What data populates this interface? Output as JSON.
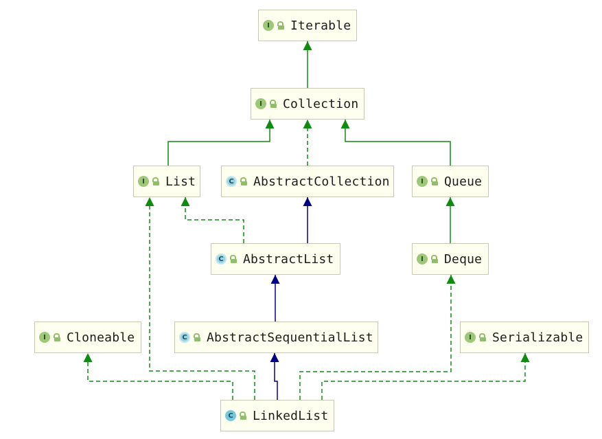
{
  "colors": {
    "implements_edge": "#128a12",
    "extends_interface_edge": "#128a12",
    "extends_class_edge": "#000080",
    "node_background": "#fffff0",
    "interface_badge": "#9dc77a",
    "class_badge": "#77c8da"
  },
  "nodes": [
    {
      "id": "iterable",
      "label": "Iterable",
      "kind": "interface",
      "badge": "I",
      "icon": "interface-icon"
    },
    {
      "id": "collection",
      "label": "Collection",
      "kind": "interface",
      "badge": "I",
      "icon": "interface-icon"
    },
    {
      "id": "list",
      "label": "List",
      "kind": "interface",
      "badge": "I",
      "icon": "interface-icon"
    },
    {
      "id": "abstract_collection",
      "label": "AbstractCollection",
      "kind": "abstract-class",
      "badge": "C",
      "icon": "abstract-class-icon"
    },
    {
      "id": "queue",
      "label": "Queue",
      "kind": "interface",
      "badge": "I",
      "icon": "interface-icon"
    },
    {
      "id": "abstract_list",
      "label": "AbstractList",
      "kind": "abstract-class",
      "badge": "C",
      "icon": "abstract-class-icon"
    },
    {
      "id": "deque",
      "label": "Deque",
      "kind": "interface",
      "badge": "I",
      "icon": "interface-icon"
    },
    {
      "id": "cloneable",
      "label": "Cloneable",
      "kind": "interface",
      "badge": "I",
      "icon": "interface-icon"
    },
    {
      "id": "abstract_sequential_list",
      "label": "AbstractSequentialList",
      "kind": "abstract-class",
      "badge": "C",
      "icon": "abstract-class-icon"
    },
    {
      "id": "serializable",
      "label": "Serializable",
      "kind": "interface",
      "badge": "I",
      "icon": "interface-icon"
    },
    {
      "id": "linked_list",
      "label": "LinkedList",
      "kind": "class",
      "badge": "C",
      "icon": "class-icon"
    }
  ],
  "edges": [
    {
      "from": "collection",
      "to": "iterable",
      "type": "extends-interface"
    },
    {
      "from": "list",
      "to": "collection",
      "type": "extends-interface"
    },
    {
      "from": "abstract_collection",
      "to": "collection",
      "type": "implements"
    },
    {
      "from": "queue",
      "to": "collection",
      "type": "extends-interface"
    },
    {
      "from": "abstract_list",
      "to": "list",
      "type": "implements"
    },
    {
      "from": "abstract_list",
      "to": "abstract_collection",
      "type": "extends-class"
    },
    {
      "from": "deque",
      "to": "queue",
      "type": "extends-interface"
    },
    {
      "from": "abstract_sequential_list",
      "to": "abstract_list",
      "type": "extends-class"
    },
    {
      "from": "linked_list",
      "to": "abstract_sequential_list",
      "type": "extends-class"
    },
    {
      "from": "linked_list",
      "to": "list",
      "type": "implements"
    },
    {
      "from": "linked_list",
      "to": "cloneable",
      "type": "implements"
    },
    {
      "from": "linked_list",
      "to": "deque",
      "type": "implements"
    },
    {
      "from": "linked_list",
      "to": "serializable",
      "type": "implements"
    }
  ]
}
